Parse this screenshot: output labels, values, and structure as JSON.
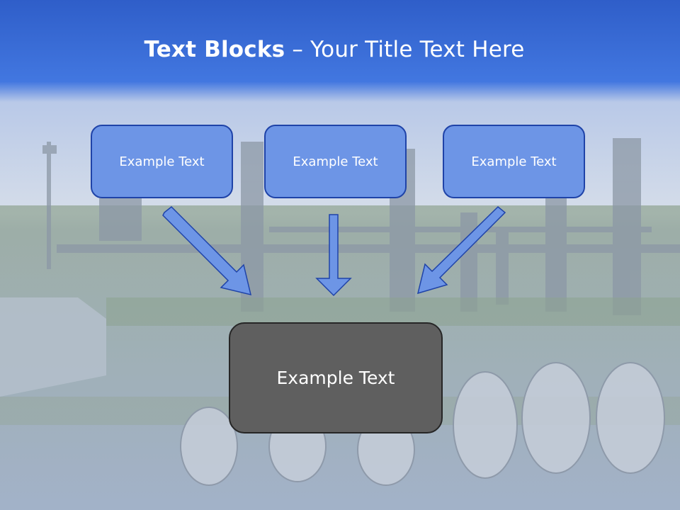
{
  "title": {
    "bold": "Text Blocks",
    "dash": " – ",
    "rest": "Your Title Text Here"
  },
  "blocks": {
    "left": "Example Text",
    "center": "Example Text",
    "right": "Example Text",
    "bottom": "Example Text"
  },
  "colors": {
    "header_blue": "#3c6ed9",
    "small_box_fill": "#6d95e6",
    "small_box_border": "#1f43a8",
    "large_box_fill": "#5f5f5f",
    "arrow_fill": "#6d95e6"
  },
  "background": {
    "description_icon": "industrial-plant-photo"
  }
}
